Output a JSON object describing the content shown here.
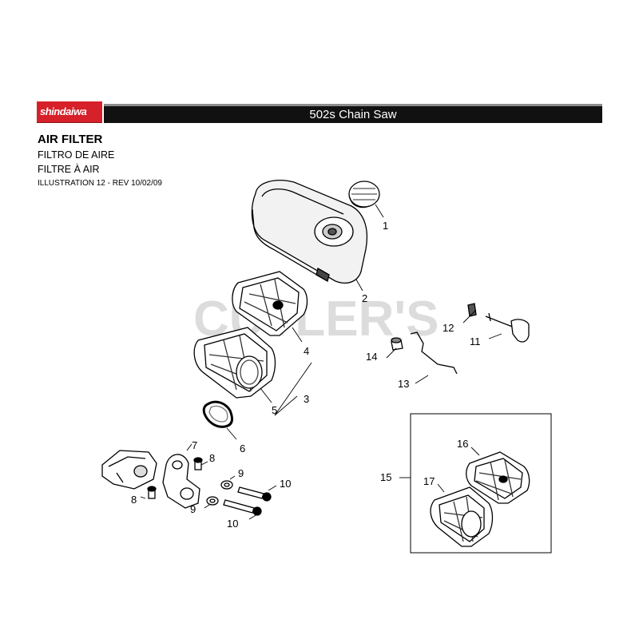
{
  "header": {
    "brand": "shindaiwa",
    "model_title": "502s Chain Saw"
  },
  "section": {
    "title_en": "AIR FILTER",
    "title_es": "FILTRO DE AIRE",
    "title_fr": "FILTRE À AIR",
    "illustration": "ILLUSTRATION 12 - REV 10/02/09"
  },
  "watermark": "CUTLER'S",
  "callouts": {
    "c1": "1",
    "c2": "2",
    "c3": "3",
    "c4": "4",
    "c5": "5",
    "c6": "6",
    "c7": "7",
    "c8a": "8",
    "c8b": "8",
    "c9a": "9",
    "c9b": "9",
    "c10a": "10",
    "c10b": "10",
    "c11": "11",
    "c12": "12",
    "c13": "13",
    "c14": "14",
    "c15": "15",
    "c16": "16",
    "c17": "17"
  },
  "colors": {
    "brand_red": "#d6202a",
    "title_bar": "#111111",
    "stripe": "#8c8c8c"
  }
}
